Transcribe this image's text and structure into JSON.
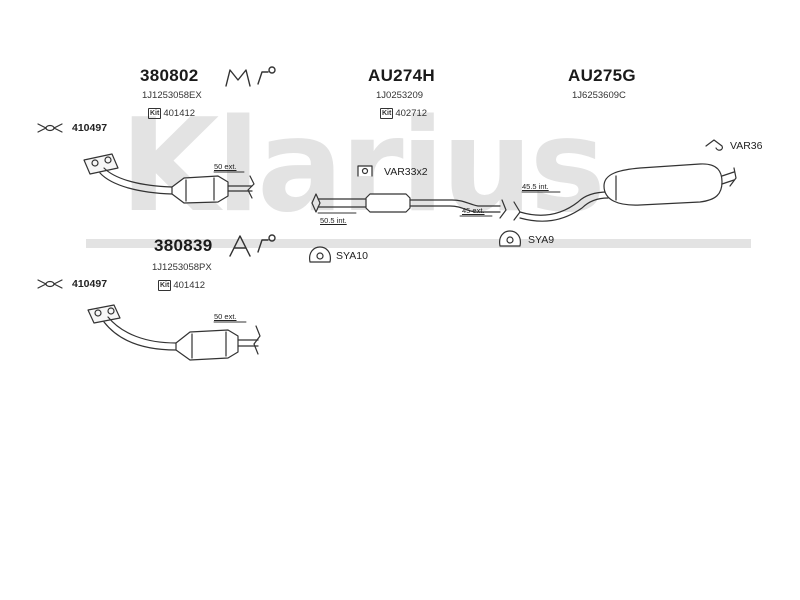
{
  "watermark": {
    "text": "Klarius"
  },
  "groups": {
    "top_left": {
      "part_no": "380802",
      "oem": "1J1253058EX",
      "kit": "401412"
    },
    "lower_left": {
      "part_no": "380839",
      "oem": "1J1253058PX",
      "kit": "401412"
    },
    "middle": {
      "part_no": "AU274H",
      "oem": "1J0253209",
      "kit": "402712"
    },
    "rear": {
      "part_no": "AU275G",
      "oem": "1J6253609C"
    }
  },
  "kit_label": "Kit",
  "fittings": {
    "gasket_top": "410497",
    "gasket_bottom": "410497",
    "var33": "VAR33x2",
    "var36": "VAR36",
    "sya10": "SYA10",
    "sya9": "SYA9"
  },
  "dimensions": {
    "d50_top": "50 ext.",
    "d50_bottom": "50 ext.",
    "d50_5": "50.5 int.",
    "d45": "45 ext.",
    "d45_5": "45.5 int."
  },
  "colors": {
    "line": "#333333",
    "watermark": "#e3e3e3",
    "text": "#1a1a1a"
  }
}
